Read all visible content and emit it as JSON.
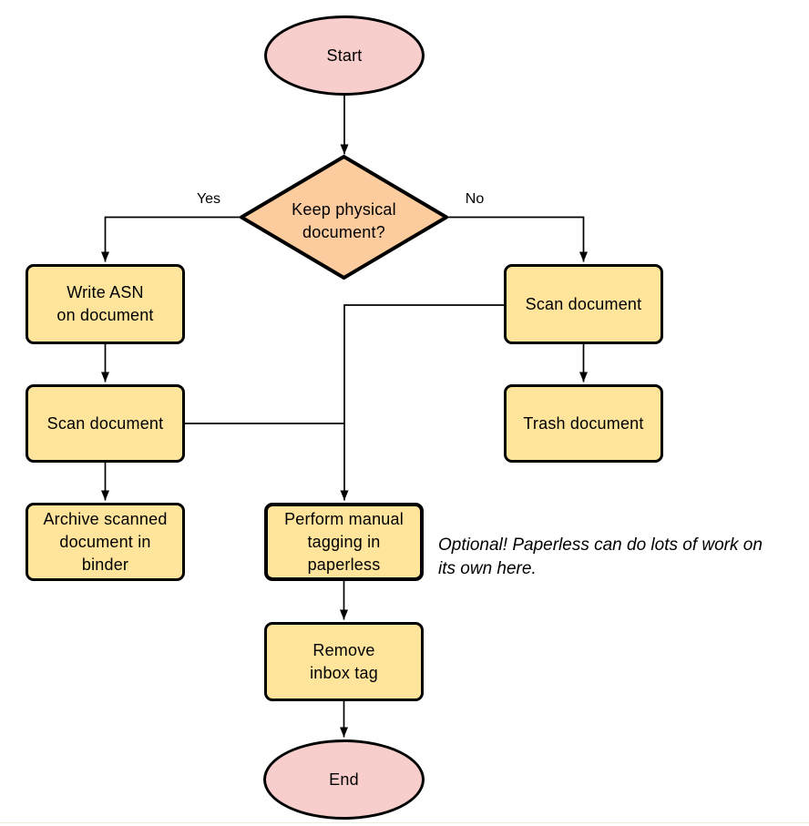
{
  "diagram_type": "flowchart",
  "colors": {
    "background": "#ffffff",
    "terminator_fill": "#f8cecc",
    "decision_fill": "#fccb9e",
    "process_fill": "#ffe49c",
    "stroke": "#000000",
    "edge": "#000000",
    "text": "#000000",
    "bottom_rule": "#ededdf"
  },
  "nodes": {
    "start": {
      "shape": "terminator",
      "label": "Start"
    },
    "decision": {
      "shape": "decision",
      "label": "Keep physical\ndocument?"
    },
    "write_asn": {
      "shape": "process",
      "label": "Write ASN\non document"
    },
    "scan_left": {
      "shape": "process",
      "label": "Scan document"
    },
    "archive": {
      "shape": "process",
      "label": "Archive scanned\ndocument in\nbinder"
    },
    "scan_right": {
      "shape": "process",
      "label": "Scan document"
    },
    "trash": {
      "shape": "process",
      "label": "Trash document"
    },
    "tagging": {
      "shape": "process",
      "label": "Perform manual\ntagging in\npaperless"
    },
    "remove_inbox": {
      "shape": "process",
      "label": "Remove\ninbox tag"
    },
    "end": {
      "shape": "terminator",
      "label": "End"
    }
  },
  "edge_labels": {
    "yes": "Yes",
    "no": "No"
  },
  "annotation": {
    "text": "Optional! Paperless can do lots of work on\nits own here."
  }
}
